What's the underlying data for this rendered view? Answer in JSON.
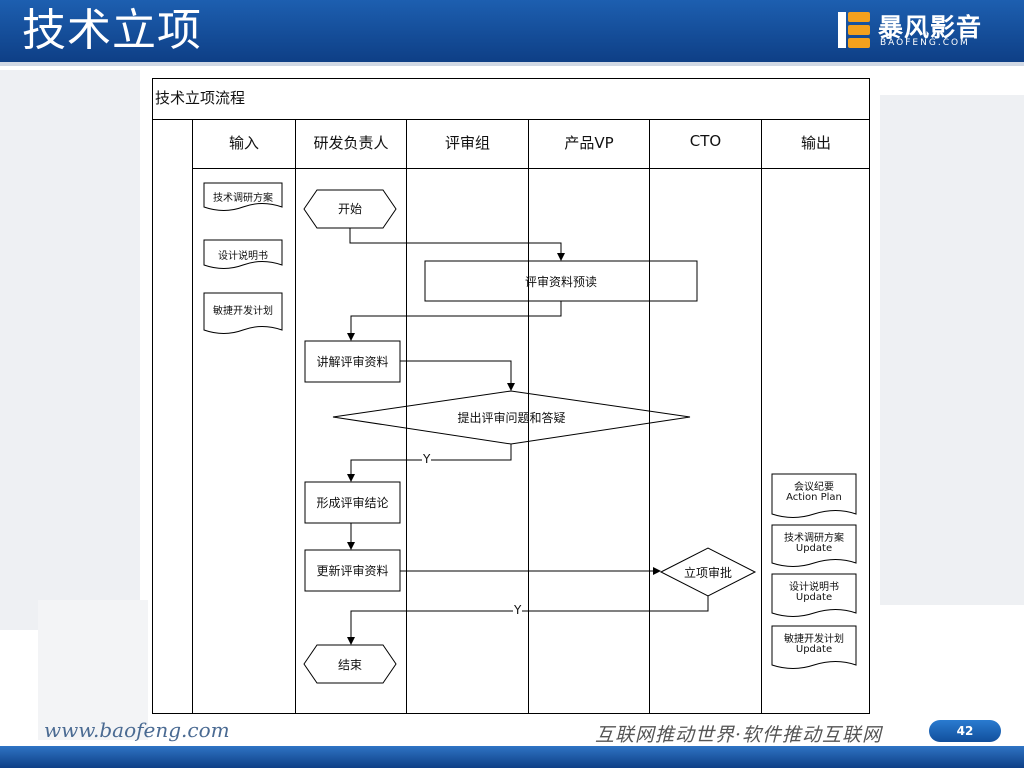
{
  "slide": {
    "title": "技术立项",
    "logo_cn": "暴风影音",
    "logo_en": "BAOFENG.COM",
    "footer_url": "www.baofeng.com",
    "footer_slogan": "互联网推动世界·软件推动互联网",
    "page_number": "42"
  },
  "diagram": {
    "title": "技术立项流程",
    "lanes": [
      "输入",
      "研发负责人",
      "评审组",
      "产品VP",
      "CTO",
      "输出"
    ],
    "input_docs": [
      "技术调研方案",
      "设计说明书",
      "敏捷开发计划"
    ],
    "nodes": {
      "start": "开始",
      "preread": "评审资料预读",
      "explain": "讲解评审资料",
      "qa": "提出评审问题和答疑",
      "conclude": "形成评审结论",
      "update": "更新评审资料",
      "approve": "立项审批",
      "end": "结束"
    },
    "edge_labels": {
      "qa_yes": "Y",
      "approve_yes": "Y"
    },
    "output_docs": [
      {
        "line1": "会议纪要",
        "line2": "Action Plan"
      },
      {
        "line1": "技术调研方案",
        "line2": "Update"
      },
      {
        "line1": "设计说明书",
        "line2": "Update"
      },
      {
        "line1": "敏捷开发计划",
        "line2": "Update"
      }
    ]
  }
}
